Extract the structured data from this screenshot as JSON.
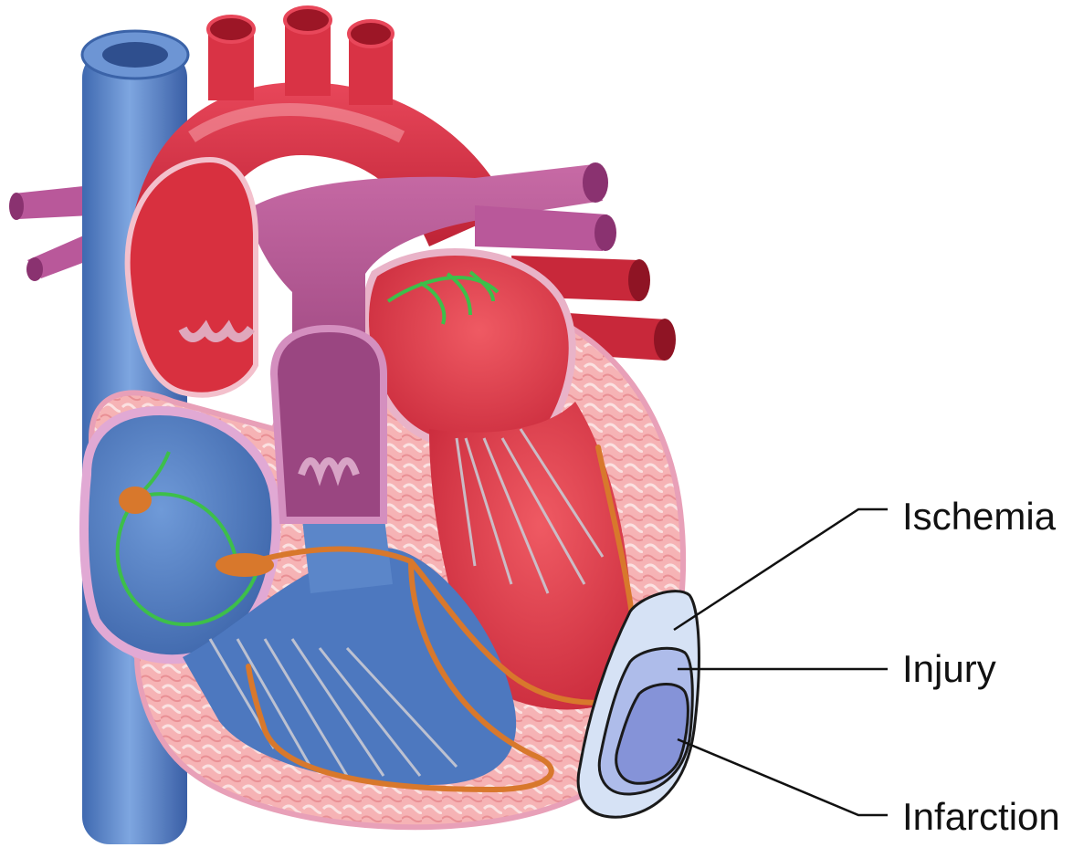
{
  "labels": {
    "ischemia": "Ischemia",
    "injury": "Injury",
    "infarction": "Infarction"
  },
  "colors": {
    "vena_cava": "#5b86c9",
    "aorta": "#d42a3c",
    "pulmonary": "#b0508f",
    "myocardium": "#f2a3a8",
    "conduction_path": "#d8782c",
    "nerve_green": "#3dbf4a",
    "ischemia_zone": "#cfdcf2",
    "injury_zone": "#a9b8e6",
    "infarction_zone": "#8593d8"
  }
}
